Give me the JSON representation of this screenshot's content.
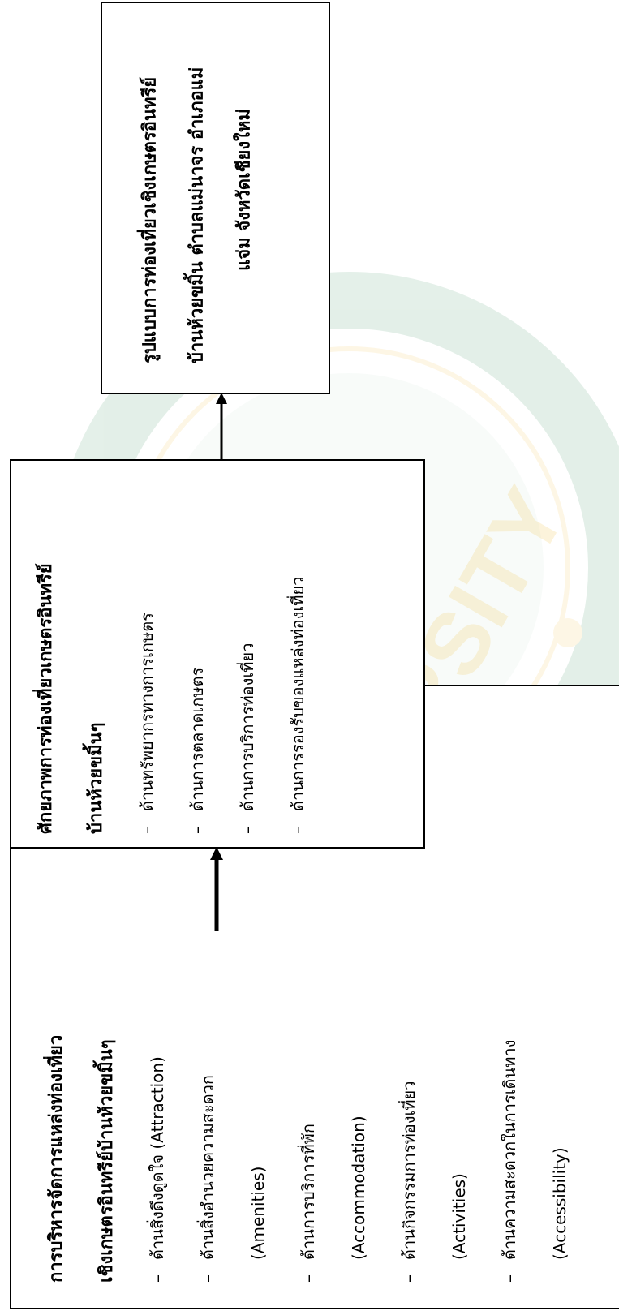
{
  "diagram": {
    "box_left": {
      "title_lines": [
        "การบริหารจัดการแหล่งท่องเที่ยว",
        "เชิงเกษตรอินทรีย์บ้านห้วยขมิ้นๆ"
      ],
      "items": [
        {
          "dash": "–",
          "text": "ด้านสิ่งดึงดูดใจ (Attraction)",
          "cont": ""
        },
        {
          "dash": "–",
          "text": "ด้านสิ่งอำนวยความสะดวก",
          "cont": "(Amenities)"
        },
        {
          "dash": "–",
          "text": "ด้านการบริการที่พัก",
          "cont": "(Accommodation)"
        },
        {
          "dash": "–",
          "text": "ด้านกิจกรรมการท่องเที่ยว",
          "cont": "(Activities)"
        },
        {
          "dash": "–",
          "text": "ด้านความสะดวกในการเดินทาง",
          "cont": "(Accessibility)"
        }
      ]
    },
    "box_middle": {
      "title_lines": [
        "ศักยภาพการท่องเที่ยวเกษตรอินทรีย์",
        "บ้านห้วยขมิ้นๆ"
      ],
      "items": [
        {
          "dash": "–",
          "text": "ด้านทรัพยากรทางการเกษตร"
        },
        {
          "dash": "–",
          "text": "ด้านการตลาดเกษตร"
        },
        {
          "dash": "–",
          "text": "ด้านการบริการท่องเที่ยว"
        },
        {
          "dash": "–",
          "text": "ด้านการรองรับของแหล่งท่องเที่ยว"
        }
      ]
    },
    "box_right": {
      "title_lines": [
        "รูปแบบการท่องเที่ยวเชิงเกษตรอินทรีย์",
        "บ้านห้วยขมิ้น ตำบลแม่นาจร อำเภอแม่",
        "แจ่ม จังหวัดเชียงใหม่"
      ]
    }
  },
  "watermark": {
    "text": "MAEJO UNIVERSITY",
    "color": "#2e8b57",
    "accent": "#f0c040"
  }
}
